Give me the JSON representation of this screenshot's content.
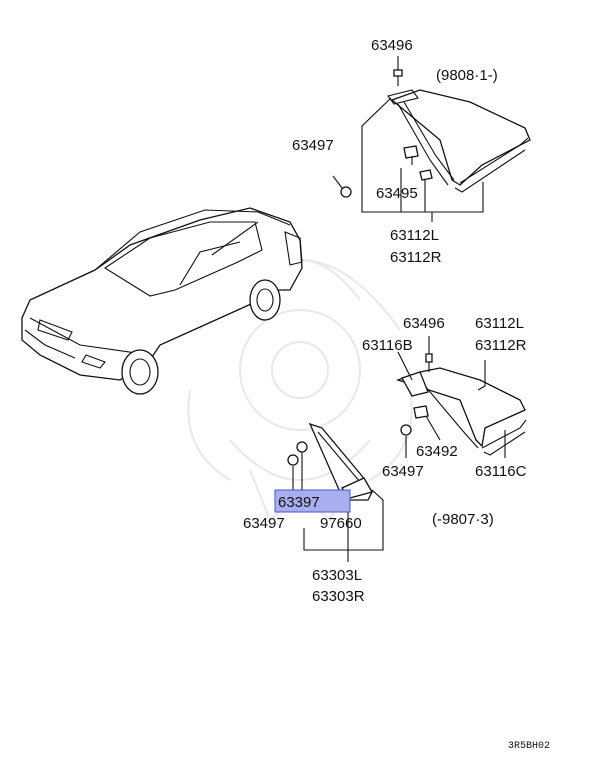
{
  "callouts": {
    "p63496_top": "63496",
    "date_new": "(9808·1-)",
    "p63497_top": "63497",
    "p63495": "63495",
    "p63112l_top": "63112L",
    "p63112r_top": "63112R",
    "p63496_mid": "63496",
    "p63112l_mid": "63112L",
    "p63112r_mid": "63112R",
    "p63116b": "63116B",
    "p63492": "63492",
    "p63497_mid": "63497",
    "p63116c": "63116C",
    "p63397": "63397",
    "p63497_low": "63497",
    "p97660": "97660",
    "date_old": "(-9807·3)",
    "p63303l": "63303L",
    "p63303r": "63303R",
    "diagram_code": "3R5BH02"
  },
  "highlight_color": "#a9aef0"
}
